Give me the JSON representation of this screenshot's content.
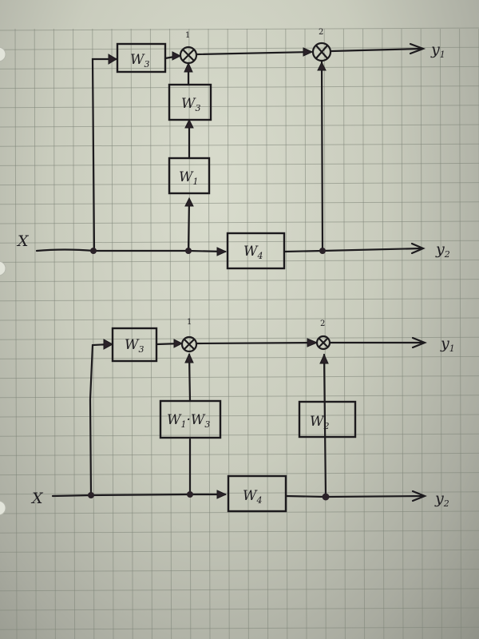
{
  "title": "Hand-drawn block diagram transformation (two equivalent signal flow diagrams)",
  "paper": {
    "background": "#d2d5c7",
    "grid_color": "#7f8579",
    "ink_color": "#1c1a1d"
  },
  "diagrams": [
    {
      "id": "top",
      "input": {
        "label": "X"
      },
      "outputs": [
        {
          "id": "y1",
          "label": "y",
          "sub": "1"
        },
        {
          "id": "y2",
          "label": "y",
          "sub": "2"
        }
      ],
      "summers": [
        {
          "id": "s1",
          "number": "1",
          "symbol": "⊗"
        },
        {
          "id": "s2",
          "number": "2",
          "symbol": "⊗"
        }
      ],
      "blocks": [
        {
          "id": "b-forward",
          "label": "W",
          "sub": "3"
        },
        {
          "id": "b-vertical-top",
          "label": "W",
          "sub": "3"
        },
        {
          "id": "b-vertical-bottom",
          "label": "W",
          "sub": "1"
        },
        {
          "id": "b-main",
          "label": "W",
          "sub": "4"
        }
      ]
    },
    {
      "id": "bottom",
      "input": {
        "label": "X"
      },
      "outputs": [
        {
          "id": "y1",
          "label": "y",
          "sub": "1"
        },
        {
          "id": "y2",
          "label": "y",
          "sub": "2"
        }
      ],
      "summers": [
        {
          "id": "s1",
          "number": "1",
          "symbol": "⊗"
        },
        {
          "id": "s2",
          "number": "2",
          "symbol": "⊗"
        }
      ],
      "blocks": [
        {
          "id": "b-forward",
          "label": "W",
          "sub": "3"
        },
        {
          "id": "b-product",
          "label": "W",
          "sub": "1",
          "label2": "·W",
          "sub2": "3"
        },
        {
          "id": "b-feed",
          "label": "W",
          "sub": "2"
        },
        {
          "id": "b-main",
          "label": "W",
          "sub": "4"
        }
      ]
    }
  ]
}
